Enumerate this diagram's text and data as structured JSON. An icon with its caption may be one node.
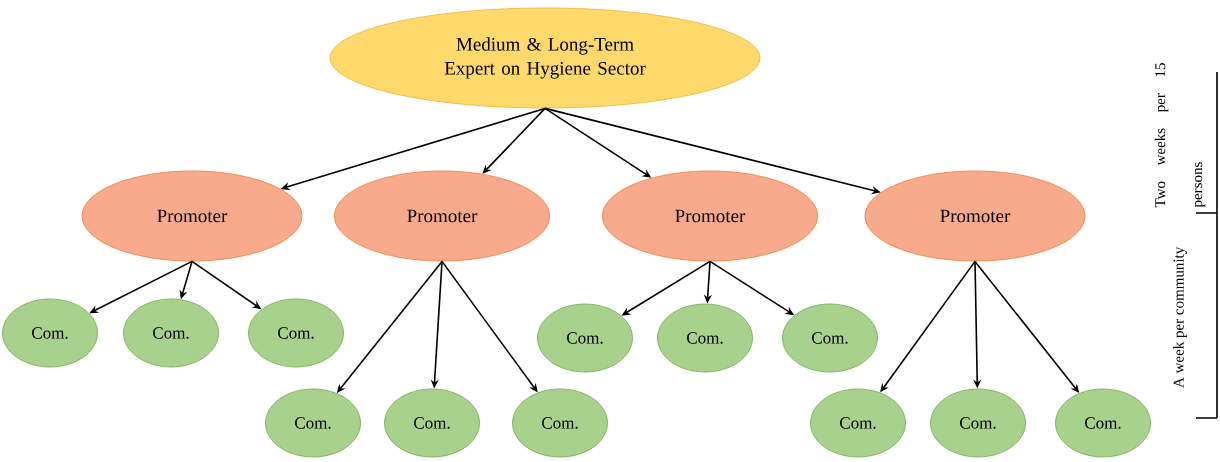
{
  "diagram": {
    "nodes": [
      {
        "text": [
          "Medium & Long-Term Expert on Hygiene Sector"
        ]
      },
      {
        "text": [
          "Promoter"
        ]
      },
      {
        "text": [
          "Promoter"
        ]
      },
      {
        "text": [
          "Promoter"
        ]
      },
      {
        "text": [
          "Promoter"
        ]
      },
      {
        "text": [
          "Com."
        ]
      },
      {
        "text": [
          "Com."
        ]
      },
      {
        "text": [
          "Com."
        ]
      },
      {
        "text": [
          "Com."
        ]
      },
      {
        "text": [
          "Com."
        ]
      },
      {
        "text": [
          "Com."
        ]
      },
      {
        "text": [
          "Com."
        ]
      },
      {
        "text": [
          "Com."
        ]
      },
      {
        "text": [
          "Com."
        ]
      },
      {
        "text": [
          "Com."
        ]
      },
      {
        "text": [
          "Com."
        ]
      },
      {
        "text": [
          "Com."
        ]
      }
    ],
    "edges": [
      {
        "from": 0,
        "to": 1,
        "arrow": "to"
      },
      {
        "from": 0,
        "to": 2,
        "arrow": "to"
      },
      {
        "from": 0,
        "to": 3,
        "arrow": "to"
      },
      {
        "from": 0,
        "to": 4,
        "arrow": "to"
      },
      {
        "from": 1,
        "to": 5,
        "arrow": "to"
      },
      {
        "from": 1,
        "to": 6,
        "arrow": "to"
      },
      {
        "from": 1,
        "to": 7,
        "arrow": "to"
      },
      {
        "from": 2,
        "to": 11,
        "arrow": "to"
      },
      {
        "from": 2,
        "to": 12,
        "arrow": "to"
      },
      {
        "from": 2,
        "to": 13,
        "arrow": "to"
      },
      {
        "from": 3,
        "to": 8,
        "arrow": "to"
      },
      {
        "from": 3,
        "to": 9,
        "arrow": "to"
      },
      {
        "from": 3,
        "to": 10,
        "arrow": "to"
      },
      {
        "from": 4,
        "to": 14,
        "arrow": "to"
      },
      {
        "from": 4,
        "to": 15,
        "arrow": "to"
      },
      {
        "from": 4,
        "to": 16,
        "arrow": "to"
      }
    ],
    "labels": [
      "Two weeks per 15 persons",
      "A week per community"
    ]
  }
}
